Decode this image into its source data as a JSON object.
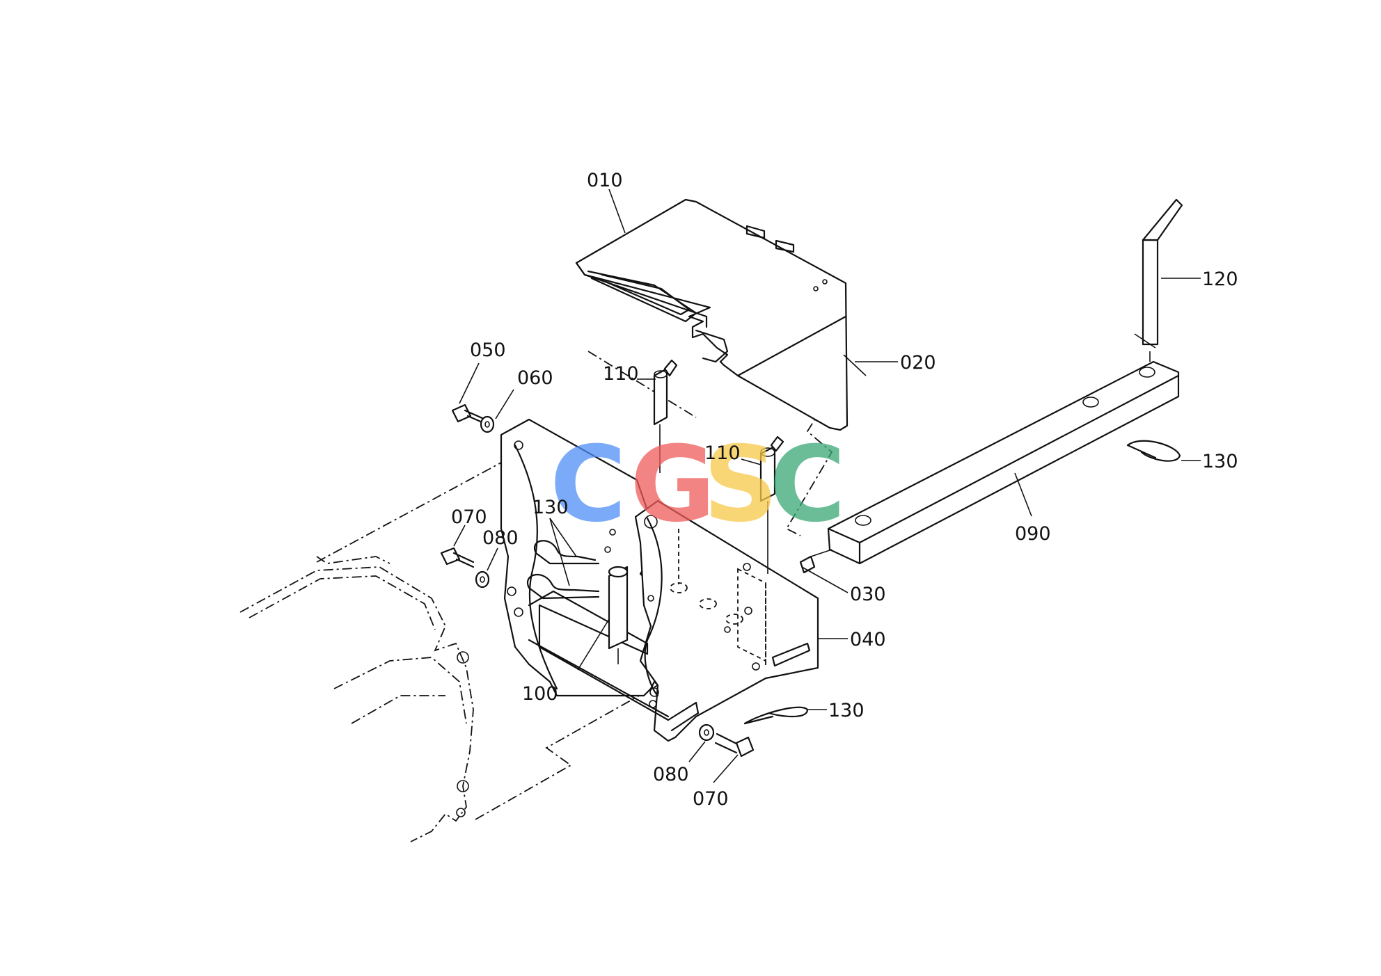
{
  "diagram": {
    "part_labels": {
      "p010": "010",
      "p020": "020",
      "p030": "030",
      "p040": "040",
      "p050": "050",
      "p060": "060",
      "p070a": "070",
      "p070b": "070",
      "p080a": "080",
      "p080b": "080",
      "p090": "090",
      "p100": "100",
      "p110a": "110",
      "p110b": "110",
      "p120": "120",
      "p130a": "130",
      "p130b": "130",
      "p130c": "130"
    },
    "watermark": {
      "letters": [
        "C",
        "G",
        "S",
        "C"
      ],
      "colors": [
        "#4f8ef7",
        "#ef5b5b",
        "#f7c948",
        "#3aa876"
      ]
    }
  }
}
